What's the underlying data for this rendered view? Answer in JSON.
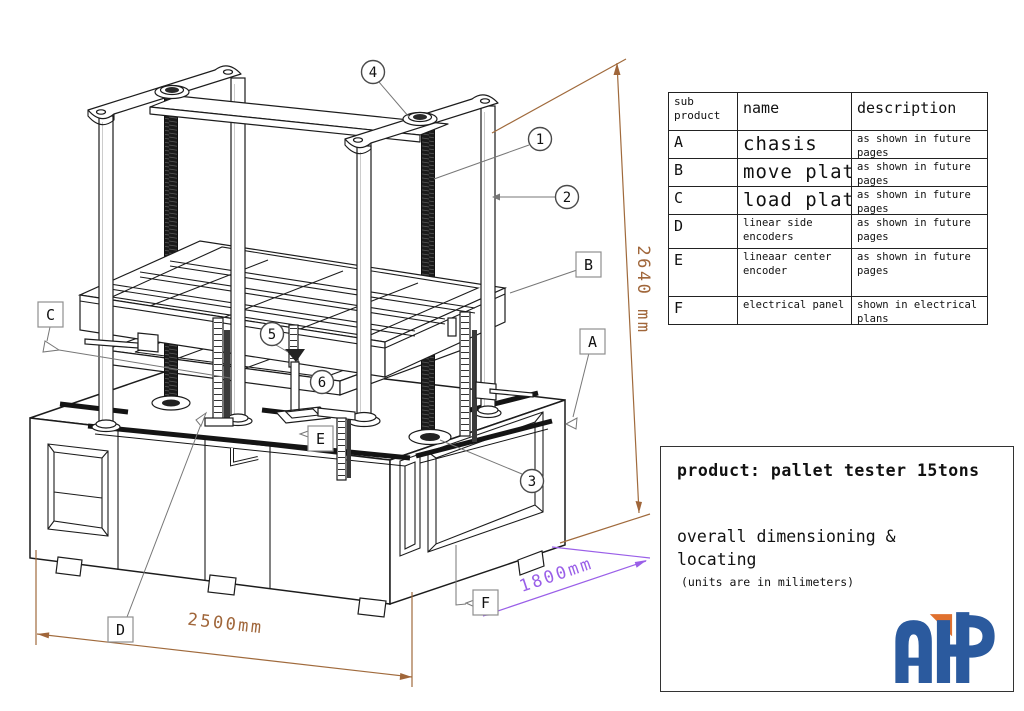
{
  "drawing": {
    "dimensions": {
      "height": "2640 mm",
      "width": "2500mm",
      "depth": "1800mm"
    },
    "balloons": {
      "b1": "1",
      "b2": "2",
      "b3": "3",
      "b4": "4",
      "b5": "5",
      "b6": "6"
    },
    "labels": {
      "A": "A",
      "B": "B",
      "C": "C",
      "D": "D",
      "E": "E",
      "F": "F"
    },
    "colors": {
      "dim_brown": "#a0663a",
      "dim_purple": "#9a5fe8",
      "line": "#1c1c1c"
    }
  },
  "table": {
    "headers": {
      "sub": "sub product",
      "name": "name",
      "description": "description"
    },
    "rows": [
      {
        "sub": "A",
        "name": "chasis",
        "desc": "as shown in future pages"
      },
      {
        "sub": "B",
        "name": "move plate",
        "desc": "as shown in future pages"
      },
      {
        "sub": "C",
        "name": "load plate",
        "desc": "as shown in future pages"
      },
      {
        "sub": "D",
        "name": "linear side encoders",
        "desc": "as shown in future pages"
      },
      {
        "sub": "E",
        "name": "lineaar center encoder",
        "desc": "as shown in future pages"
      },
      {
        "sub": "F",
        "name": "electrical panel",
        "desc": "shown in electrical plans"
      }
    ]
  },
  "title_block": {
    "product": "product: pallet tester 15tons",
    "subtitle": "overall dimensioning &\nlocating",
    "units_note": "(units are in milimeters)",
    "logo_text": "AHP"
  }
}
